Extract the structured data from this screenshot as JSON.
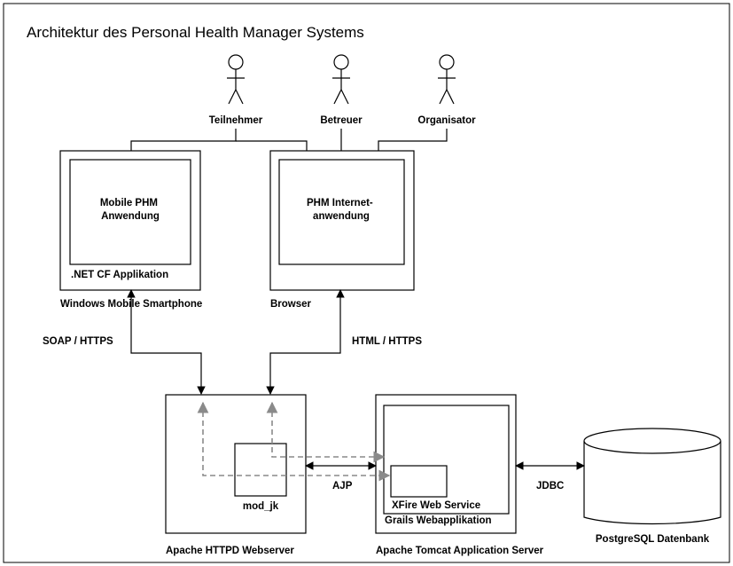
{
  "title": "Architektur des Personal Health Manager Systems",
  "actors": [
    {
      "label": "Teilnehmer"
    },
    {
      "label": "Betreuer"
    },
    {
      "label": "Organisator"
    }
  ],
  "components": {
    "mobile_app": "Mobile PHM\nAnwendung",
    "net_cf": ".NET CF Applikation",
    "smartphone": "Windows Mobile Smartphone",
    "internet_app": "PHM Internet-\nanwendung",
    "browser": "Browser",
    "httpd": "Apache HTTPD Webserver",
    "mod_jk": "mod_jk",
    "tomcat": "Apache Tomcat Application Server",
    "grails": "Grails Webapplikation",
    "xfire": "XFire Web Service",
    "db": "PostgreSQL Datenbank"
  },
  "connections": {
    "soap": "SOAP / HTTPS",
    "html": "HTML / HTTPS",
    "ajp": "AJP",
    "jdbc": "JDBC"
  }
}
